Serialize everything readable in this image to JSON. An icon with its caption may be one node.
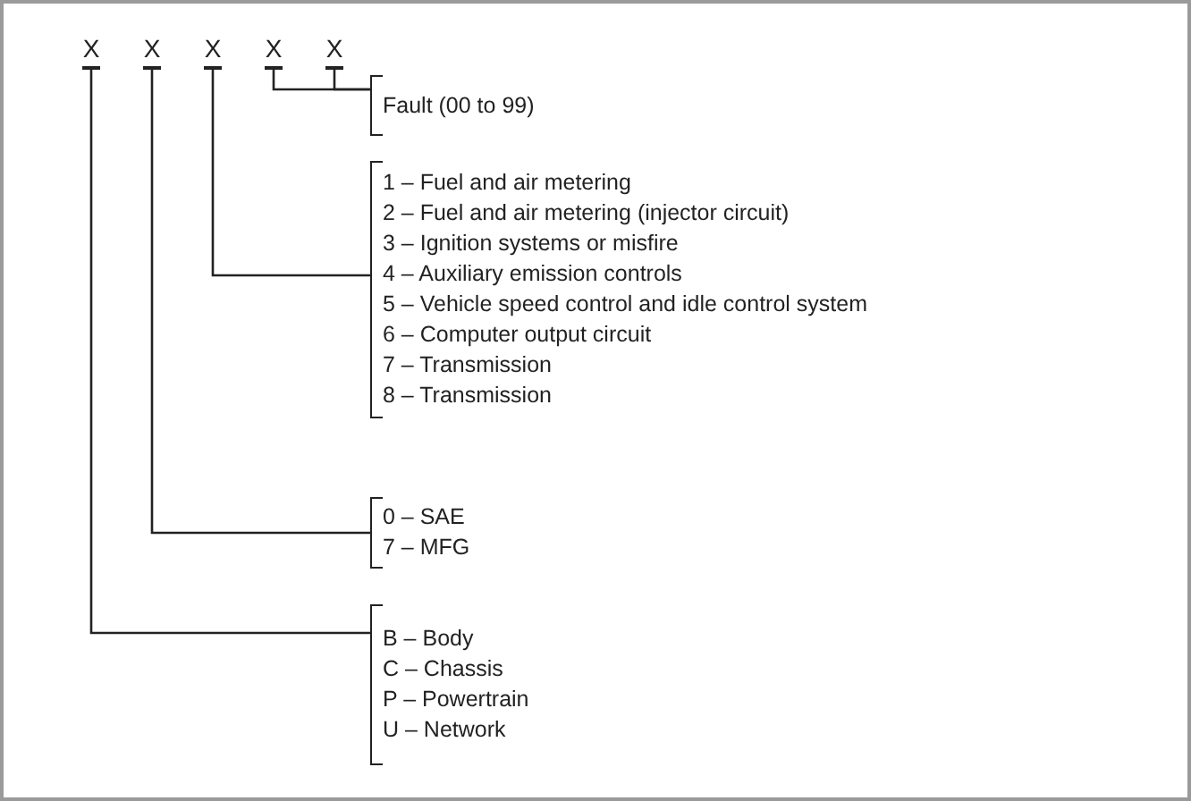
{
  "diagram": {
    "nodes": [
      {
        "text": [
          "X"
        ]
      },
      {
        "text": [
          "X"
        ]
      },
      {
        "text": [
          "X"
        ]
      },
      {
        "text": [
          "X"
        ]
      },
      {
        "text": [
          "X"
        ]
      },
      {
        "text": [
          "Fault (00 to 99)"
        ]
      },
      {
        "text": [
          "1 – Fuel and air metering",
          "2 – Fuel and air metering (injector circuit)",
          "3 – Ignition systems or misfire",
          "4 – Auxiliary emission controls",
          "5 – Vehicle speed control and idle control system",
          "6 – Computer output circuit",
          "7 – Transmission",
          "8 – Transmission"
        ]
      },
      {
        "text": [
          "0 – SAE",
          "7 – MFG"
        ]
      },
      {
        "text": [
          "B – Body",
          "C – Chassis",
          "P – Powertrain",
          "U – Network"
        ]
      }
    ],
    "edges": [
      {
        "from": 3,
        "to": 5,
        "arrow": "none"
      },
      {
        "from": 4,
        "to": 5,
        "arrow": "none"
      },
      {
        "from": 2,
        "to": 6,
        "arrow": "none"
      },
      {
        "from": 1,
        "to": 7,
        "arrow": "none"
      },
      {
        "from": 0,
        "to": 8,
        "arrow": "none"
      }
    ]
  }
}
